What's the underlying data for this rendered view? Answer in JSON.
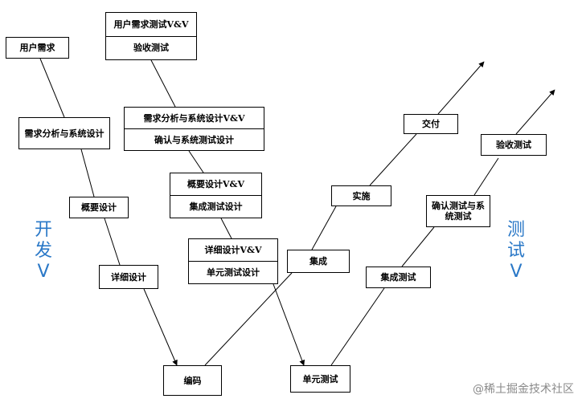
{
  "colors": {
    "line": "#000000",
    "accent_blue": "#2a78c7",
    "watermark": "#8a8a8a"
  },
  "boxes": {
    "yonghu_xuqiu": "用户需求",
    "xuqiu_fenxi": "需求分析与系统设计",
    "gaiyao_sheji": "概要设计",
    "xiangxi_sheji": "详细设计",
    "bianma": "编码",
    "danyuan_ceshi": "单元测试",
    "jicheng": "集成",
    "shishi": "实施",
    "jiaofu": "交付",
    "jicheng_ceshi": "集成测试",
    "queren_xitong_ceshi": "确认测试与系统测试",
    "yanshou_ceshi_right": "验收测试",
    "vv_top": {
      "top": "用户需求测试V&V",
      "bottom": "验收测试"
    },
    "vv_req": {
      "top": "需求分析与系统设计V&V",
      "bottom": "确认与系统测试设计"
    },
    "vv_outline": {
      "top": "概要设计V&V",
      "bottom": "集成测试设计"
    },
    "vv_detail": {
      "top": "详细设计V&V",
      "bottom": "单元测试设计"
    }
  },
  "side_labels": {
    "dev": [
      "开",
      "发",
      "V"
    ],
    "test": [
      "测",
      "试",
      "V"
    ]
  },
  "watermark": "@稀土掘金技术社区"
}
